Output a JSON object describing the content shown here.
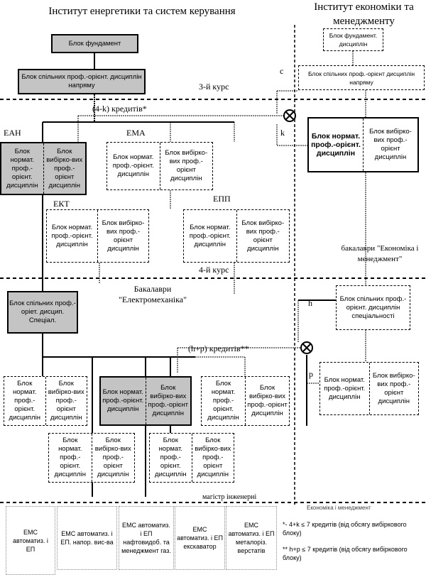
{
  "titles": {
    "left": "Інститут енергетики та систем керування",
    "right": "Інститут економіки та менеджменту"
  },
  "left": {
    "fundament": "Блок фундамент",
    "common_direction": "Блок спільних проф.-орієнт. дисциплін напряму",
    "common_special": "Блок спільних проф.-оріет. дисцип. Спеціал."
  },
  "right": {
    "fundament": "Блок фундамент. дисциплін",
    "common_direction": "Блок спільних проф.-орієнт дисциплін напряму",
    "common_special": "Блок спільних проф.-орієнт. дисциплін спеціальності",
    "norm": "Блок нормат. проф.-орієнт. дисциплін",
    "elective": "Блок вибірко-вих проф.-орієнт дисциплін",
    "norm2": "Блок нормат. проф.-орієнт. дисциплін",
    "elective2": "Блок вибірко-вих проф.-орієнт дисциплін"
  },
  "labels": {
    "year3": "3-й курс",
    "year4": "4-й курс",
    "credits_k": "(4-k) кредитів*",
    "credits_hp": "(h+p) кредитів**",
    "k": "k",
    "c": "c",
    "h": "h",
    "p": "p",
    "eah": "ЕАН",
    "ema": "ЕМА",
    "ekt": "ЕКТ",
    "epp": "ЕПП",
    "bach_econ": "бакалаври \"Економіка і менеджмент\"",
    "bach_em": "Бакалаври \"Електромеханіка\"",
    "master": "магістр    інженерні",
    "econ_mgmt": "Економіка і менеджмент"
  },
  "norm": "Блок нормат. проф.-орієнт. дисциплін",
  "elective": "Блок вибірко-вих проф.-орієнт дисциплін",
  "bottom": [
    "ЕМС автоматиз. і ЕП",
    "ЕМС автоматиз. і ЕП. напор. вис-ва",
    "ЕМС автоматиз. і ЕП нафтовидоб. та менеджмент газ.",
    "ЕМС автоматиз. і ЕП екскаватор",
    "ЕМС автоматиз. і ЕП металоріз. верстатів"
  ],
  "notes": [
    "*- 4+k ≤ 7 кредитів (від обсягу вибіркового блоку)",
    "** h+p ≤ 7 кредитів (від обсягу вибіркового блоку)"
  ]
}
